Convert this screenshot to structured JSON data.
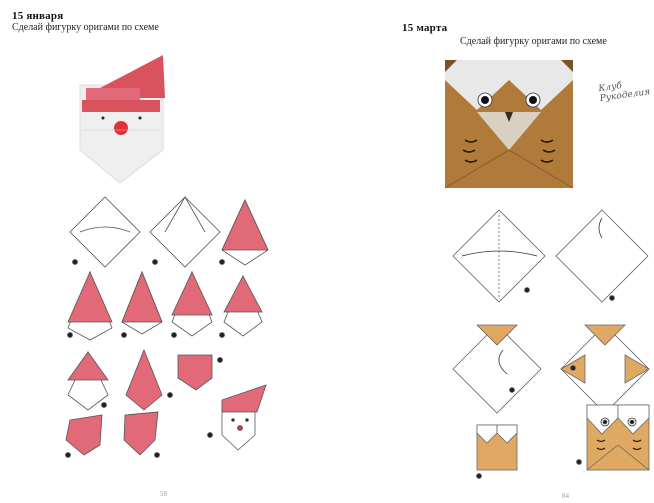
{
  "left_page": {
    "date": "15 января",
    "task": "Сделай фигурку оригами по схеме",
    "page_number": "58"
  },
  "right_page": {
    "date": "15 марта",
    "task": "Сделай фигурку оригами по схеме",
    "watermark": "Клуб Рукоделия",
    "page_number": "84"
  },
  "colors": {
    "santa_red": "#e26a78",
    "santa_dark_red": "#c8404c",
    "owl_brown": "#b07a3a",
    "owl_tan": "#e0a963"
  }
}
